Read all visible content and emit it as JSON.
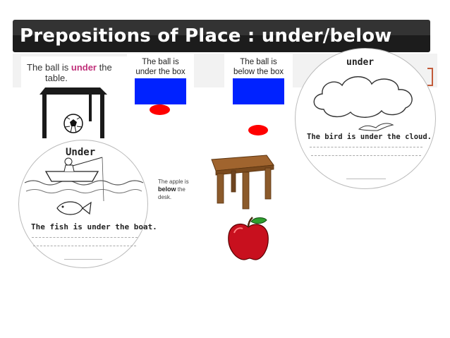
{
  "slide": {
    "title": "Prepositions of Place : under/below"
  },
  "panel_table": {
    "pre": "The ball is ",
    "highlight": "under",
    "post1": " the",
    "post2": "table.",
    "highlight_color": "#c0307a"
  },
  "box_under": {
    "line1": "The ball is",
    "line2": "under the box"
  },
  "box_below": {
    "line1": "The ball is",
    "line2": "below the box"
  },
  "circle_cloud": {
    "heading": "under",
    "sentence": "The bird is under the cloud."
  },
  "circle_boat": {
    "heading": "Under",
    "sentence": "The fish is under the boat."
  },
  "panel_apple": {
    "line1": "The apple is",
    "bold_word": "below",
    "line2_rest": " the",
    "line3": "desk."
  },
  "colors": {
    "blue_box": "#0022ff",
    "red_ball": "#ff0000",
    "banner": "#1c1c1c",
    "apple": "#c8101e",
    "desk": "#8b5a2b"
  }
}
